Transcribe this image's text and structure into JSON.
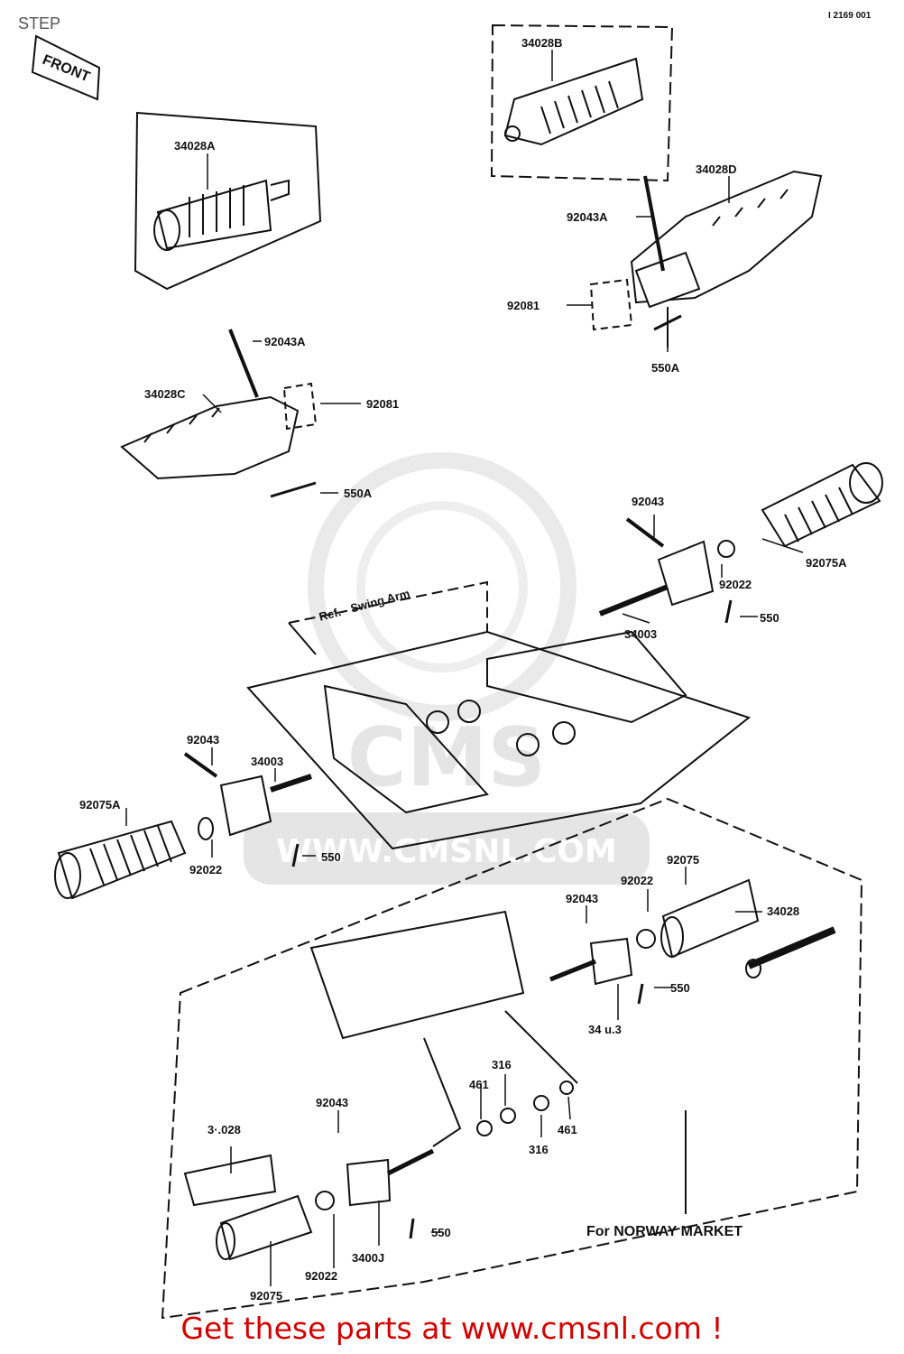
{
  "header": {
    "title": "STEP",
    "diagram_code": "I 2169 001"
  },
  "diagram": {
    "front_label": "FRONT",
    "ref_label": "Ref. - Swing Arm",
    "market_label": "For NORWAY MARKET",
    "watermark_text": "WWW.CMSNL.COM",
    "watermark_logo": "CMS",
    "labels": {
      "p34028A": "34028A",
      "p34028B": "34028B",
      "p34028D": "34028D",
      "p92043A_right": "92043A",
      "p92081_right": "92081",
      "p550A_right": "550A",
      "p92043A_left": "92043A",
      "p34028C": "34028C",
      "p92081_left": "92081",
      "p550A_left": "550A",
      "p92043_top": "92043",
      "p92075A_right": "92075A",
      "p92022_top": "92022",
      "p550_top": "550",
      "p34003_top": "34003",
      "p92043_left": "92043",
      "p34003_left": "34003",
      "p92075A_left": "92075A",
      "p92022_left": "92022",
      "p550_left": "550",
      "p92075_right": "92075",
      "p92022_right": "92022",
      "p92043_right": "92043",
      "p34028_right": "34028",
      "p550_right": "550",
      "p34003_right": "34 u.3",
      "p316_a": "316",
      "p461_a": "461",
      "p461_b": "461",
      "p316_b": "316",
      "p92043_bottom": "92043",
      "p34028_bottom": "3·.028",
      "p550_bottom": "550",
      "p34003_bottom": "3400J",
      "p92022_bottom": "92022",
      "p92075_bottom": "92075"
    }
  },
  "footer": {
    "text": "Get these parts at www.cmsnl.com !"
  }
}
